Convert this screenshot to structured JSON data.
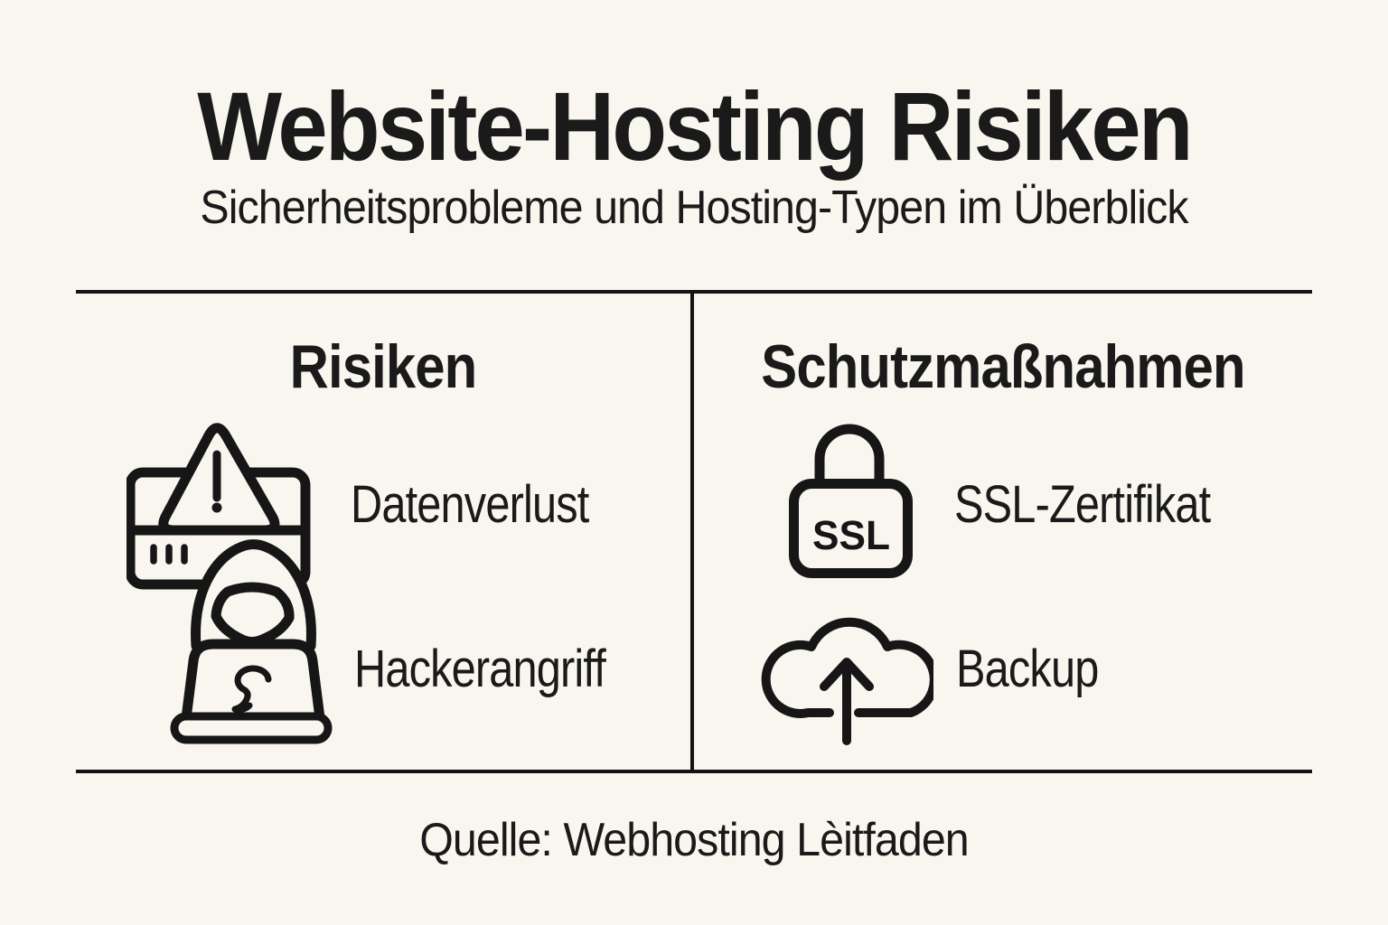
{
  "colors": {
    "background": "#F8F6EF",
    "ink": "#1A1A1A",
    "line": "#131313"
  },
  "header": {
    "title": "Website-Hosting Risiken",
    "subtitle": "Sicherheitsprobleme und Hosting-Typen im Überblick"
  },
  "table": {
    "columns": [
      {
        "header": "Risiken",
        "items": [
          {
            "icon": "warning-server-icon",
            "label": "Datenverlust"
          },
          {
            "icon": "hacker-laptop-icon",
            "label": "Hackerangriff"
          }
        ]
      },
      {
        "header": "Schutzmaßnahmen",
        "items": [
          {
            "icon": "ssl-padlock-icon",
            "label": "SSL-Zertifikat",
            "badge": "SSL"
          },
          {
            "icon": "cloud-upload-icon",
            "label": "Backup"
          }
        ]
      }
    ]
  },
  "footer": {
    "source": "Quelle: Webhosting Lèitfaden"
  }
}
